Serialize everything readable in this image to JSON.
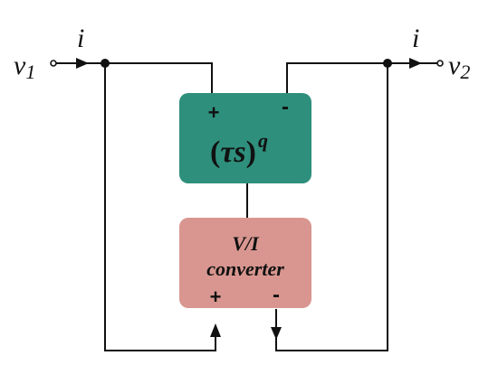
{
  "terminals": {
    "left": {
      "voltage_symbol": "v",
      "voltage_subscript": "1",
      "current_label": "i"
    },
    "right": {
      "voltage_symbol": "v",
      "voltage_subscript": "2",
      "current_label": "i"
    }
  },
  "fractional_block": {
    "open_paren": "(",
    "tau_s": "τs",
    "close_paren": ")",
    "exponent": "q",
    "plus_sign": "+",
    "minus_sign": "-",
    "fill_color": "#2e8f7c"
  },
  "converter_block": {
    "label_line1": "V/I",
    "label_line2": "converter",
    "plus_sign": "+",
    "minus_sign": "-",
    "fill_color": "#d99690"
  },
  "wire_color": "#111111"
}
